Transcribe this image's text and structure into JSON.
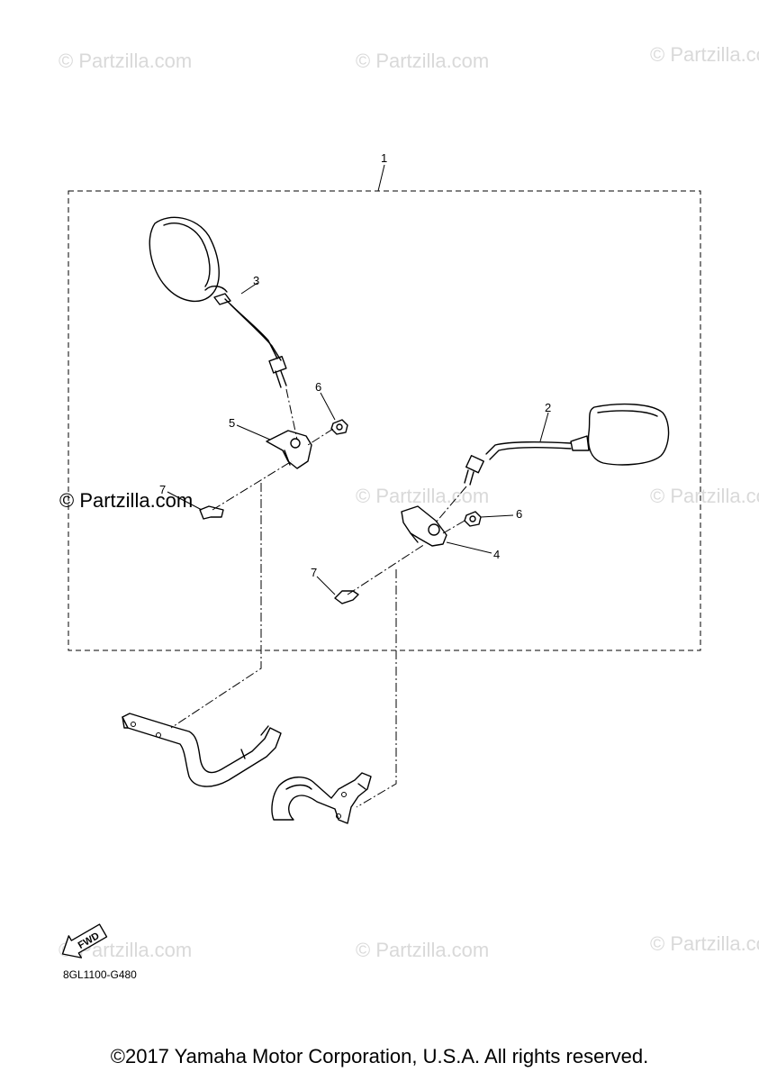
{
  "watermarks": {
    "text": "© Partzilla.com",
    "dark_text": "© Partzilla.com"
  },
  "callouts": {
    "c1": "1",
    "c2": "2",
    "c3": "3",
    "c4": "4",
    "c5": "5",
    "c6_left": "6",
    "c6_right": "6",
    "c7_left": "7",
    "c7_right": "7"
  },
  "fwd_label": "FWD",
  "diagram_code": "8GL1100-G480",
  "copyright": "©2017 Yamaha Motor Corporation, U.S.A. All rights reserved."
}
